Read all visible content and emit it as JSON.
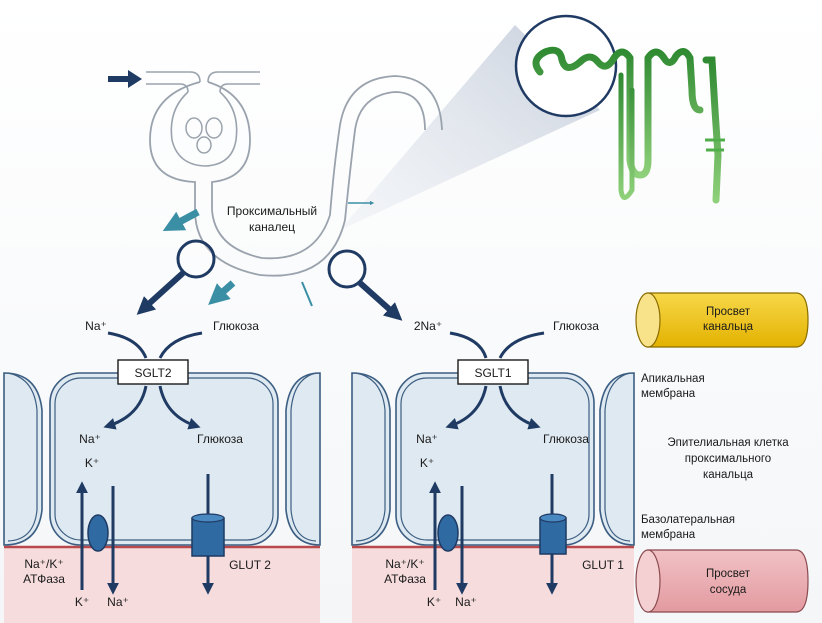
{
  "proximal_label": {
    "line1": "Проксимальный",
    "line2": "каналец"
  },
  "left_panel": {
    "transporter": "SGLT2",
    "top_na": "Na⁺",
    "top_glucose": "Глюкоза",
    "mid_na": "Na⁺",
    "mid_glucose": "Глюкоза",
    "k_plus": "K⁺",
    "pump_line1": "Na⁺/K⁺",
    "pump_line2": "АТФаза",
    "bottom_k": "K⁺",
    "bottom_na": "Na⁺",
    "glut": "GLUT 2"
  },
  "right_panel": {
    "transporter": "SGLT1",
    "top_na": "2Na⁺",
    "top_glucose": "Глюкоза",
    "mid_na": "Na⁺",
    "mid_glucose": "Глюкоза",
    "k_plus": "K⁺",
    "pump_line1": "Na⁺/K⁺",
    "pump_line2": "АТФаза",
    "bottom_k": "K⁺",
    "bottom_na": "Na⁺",
    "glut": "GLUT 1"
  },
  "legend": {
    "tubule_lumen": {
      "line1": "Просвет",
      "line2": "канальца"
    },
    "apical": {
      "line1": "Апикальная",
      "line2": "мембрана"
    },
    "epithelial": {
      "line1": "Эпителиальная клетка",
      "line2": "проксимального",
      "line3": "канальца"
    },
    "basolateral": {
      "line1": "Базолатеральная",
      "line2": "мембрана"
    },
    "vessel_lumen": {
      "line1": "Просвет",
      "line2": "сосуда"
    }
  },
  "colors": {
    "arrow_navy": "#1f3a63",
    "transport_blue": "#2f6aa3",
    "teal": "#3a8fa5",
    "green_tubule": "#3a9a3a",
    "yellow": "#f3c80f",
    "pink": "#e8a8ad",
    "cell_fill": "#dfe9f1"
  }
}
